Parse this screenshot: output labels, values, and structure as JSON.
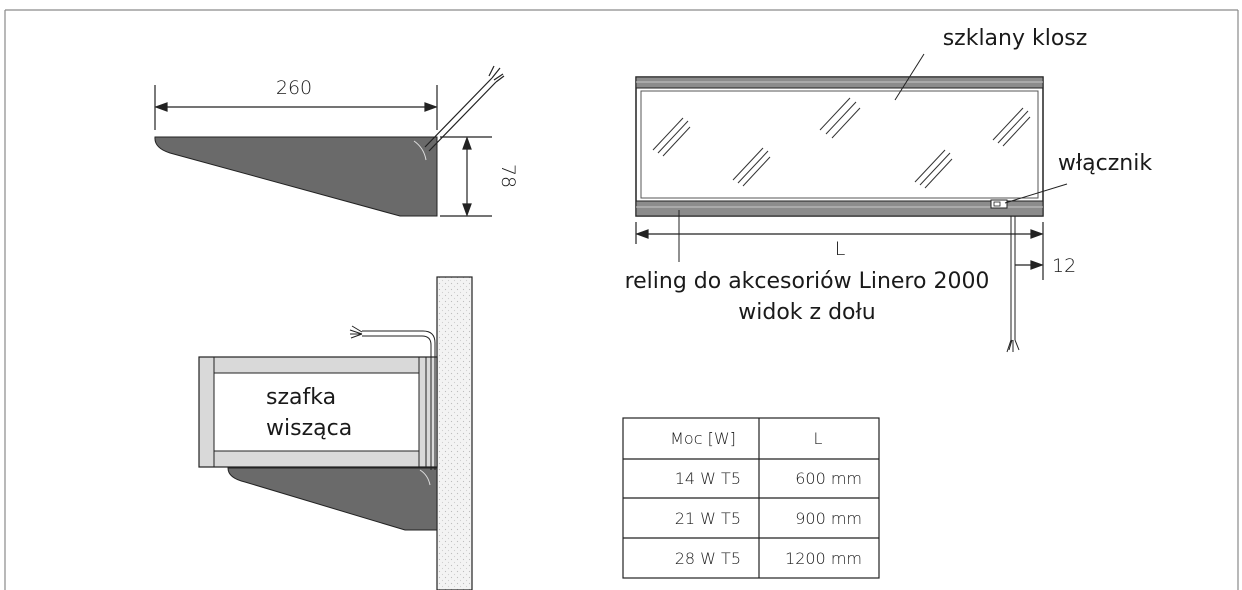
{
  "colors": {
    "luminaire_gray": "#6a6a6a",
    "cabinet_light": "#d9d9d9",
    "wall_fill": "#f1f1f1",
    "line": "#222222"
  },
  "side_view": {
    "width_dimension": "260",
    "height_dimension": "78"
  },
  "bottom_view": {
    "glass_shade_label": "szklany klosz",
    "switch_label": "włącznik",
    "length_dimension": "L",
    "offset_dimension": "12",
    "rail_label": "reling do akcesoriów Linero 2000",
    "view_caption": "widok z dołu"
  },
  "mounted_view": {
    "cabinet_label_line1": "szafka",
    "cabinet_label_line2": "wisząca"
  },
  "spec_table": {
    "headers": [
      "Moc [W]",
      "L"
    ],
    "rows": [
      [
        "14 W  T5",
        "600 mm"
      ],
      [
        "21 W  T5",
        "900 mm"
      ],
      [
        "28 W  T5",
        "1200 mm"
      ]
    ]
  }
}
